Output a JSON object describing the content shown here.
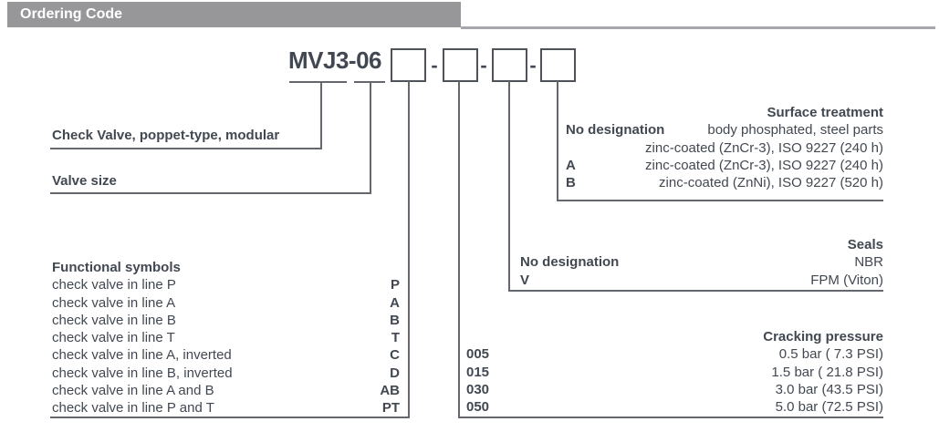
{
  "colors": {
    "text": "#424851",
    "line": "#64686e",
    "header_bg": "#97979a",
    "header_text": "#ffffff",
    "box_border": "#4e535a"
  },
  "header": {
    "title": "Ordering Code"
  },
  "code": {
    "prefix": "MVJ3-06",
    "separator": "-"
  },
  "type_label": "Check Valve, poppet-type, modular",
  "size_label": "Valve size",
  "functional": {
    "title": "Functional symbols",
    "rows": [
      {
        "desc": "check valve in line P",
        "code": "P"
      },
      {
        "desc": "check valve in line A",
        "code": "A"
      },
      {
        "desc": "check valve in line B",
        "code": "B"
      },
      {
        "desc": "check valve in line T",
        "code": "T"
      },
      {
        "desc": "check valve in line A, inverted",
        "code": "C"
      },
      {
        "desc": "check valve in line B, inverted",
        "code": "D"
      },
      {
        "desc": "check valve in line A and B",
        "code": "AB"
      },
      {
        "desc": "check valve in line P and T",
        "code": "PT"
      }
    ]
  },
  "surface": {
    "title": "Surface treatment",
    "rows": [
      {
        "code": "No designation",
        "desc": "body phosphated, steel parts"
      },
      {
        "code": "",
        "desc": "zinc-coated (ZnCr-3), ISO 9227 (240 h)"
      },
      {
        "code": "A",
        "desc": "zinc-coated (ZnCr-3), ISO 9227 (240 h)"
      },
      {
        "code": "B",
        "desc": "zinc-coated (ZnNi), ISO 9227 (520 h)"
      }
    ]
  },
  "seals": {
    "title": "Seals",
    "rows": [
      {
        "code": "No designation",
        "desc": "NBR"
      },
      {
        "code": "V",
        "desc": "FPM (Viton)"
      }
    ]
  },
  "cracking": {
    "title": "Cracking pressure",
    "rows": [
      {
        "code": "005",
        "desc": "0.5 bar ( 7.3 PSI)"
      },
      {
        "code": "015",
        "desc": "1.5 bar ( 21.8 PSI)"
      },
      {
        "code": "030",
        "desc": "3.0 bar (43.5 PSI)"
      },
      {
        "code": "050",
        "desc": "5.0 bar (72.5 PSI)"
      }
    ]
  }
}
